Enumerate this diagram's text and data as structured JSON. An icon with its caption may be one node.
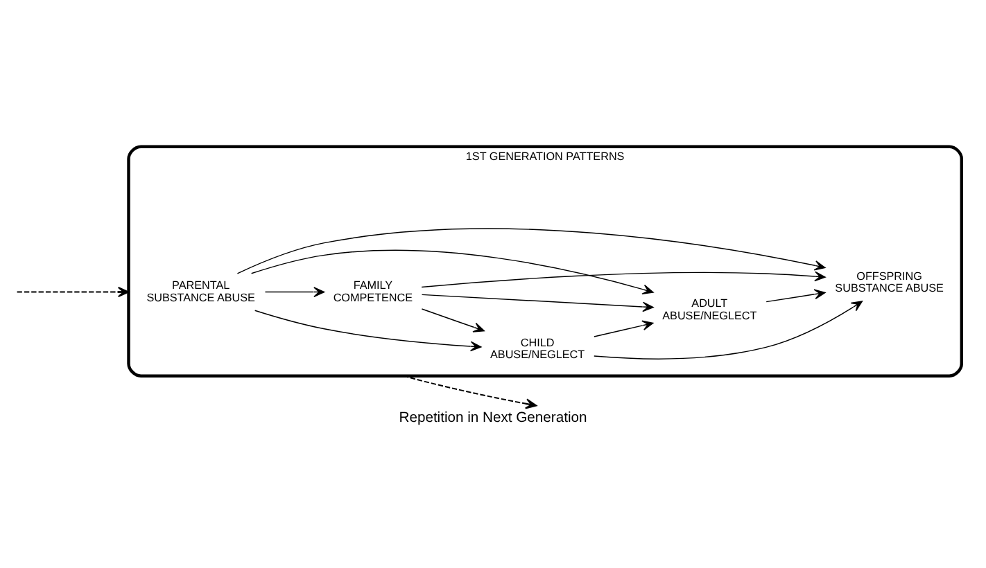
{
  "diagram": {
    "caption": "Repetition in Next Generation",
    "nodes": [
      {
        "text": [
          "1ST GENERATION PATTERNS"
        ]
      },
      {
        "text": [
          "PARENTAL SUBSTANCE ABUSE"
        ],
        "in": 0
      },
      {
        "text": [
          "FAMILY COMPETENCE"
        ],
        "in": 0
      },
      {
        "text": [
          "ADULT ABUSE/NEGLECT"
        ],
        "in": 0
      },
      {
        "text": [
          "CHILD ABUSE/NEGLECT"
        ],
        "in": 0
      },
      {
        "text": [
          "OFFSPRING SUBSTANCE ABUSE"
        ],
        "in": 0
      }
    ],
    "edges": [
      {
        "from": 1,
        "to": 2,
        "arrow": "to"
      },
      {
        "from": 1,
        "to": 3,
        "arrow": "to"
      },
      {
        "from": 1,
        "to": 4,
        "arrow": "to"
      },
      {
        "from": 1,
        "to": 5,
        "arrow": "to"
      },
      {
        "from": 2,
        "to": 4,
        "arrow": "to"
      },
      {
        "from": 2,
        "to": 3,
        "arrow": "to"
      },
      {
        "from": 2,
        "to": 5,
        "arrow": "to"
      },
      {
        "from": 3,
        "to": 5,
        "arrow": "to"
      },
      {
        "from": 4,
        "to": 3,
        "arrow": "to"
      },
      {
        "from": 4,
        "to": 5,
        "arrow": "to"
      },
      {
        "from": 0,
        "to": null,
        "arrow": "to",
        "style": "dashed"
      },
      {
        "from": null,
        "to": 0,
        "arrow": "to",
        "style": "dashed"
      }
    ]
  }
}
